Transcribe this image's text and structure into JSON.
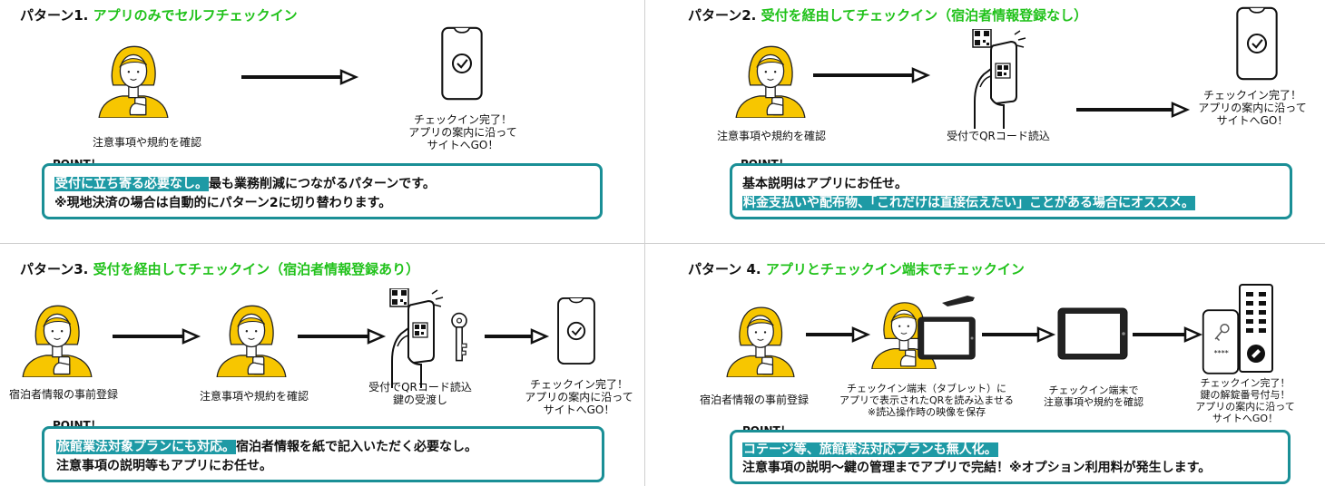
{
  "pattern1": {
    "title_prefix": "パターン1.",
    "title_highlight": "アプリのみでセルフチェックイン",
    "step1_caption": "注意事項や規約を確認",
    "step2_caption": [
      "チェックイン完了！",
      "アプリの案内に沿って",
      "サイトへGO！"
    ],
    "point_label": "POINT！",
    "point_line1_highlight": "受付に立ち寄る必要なし。",
    "point_line1_rest": "最も業務削減につながるパターンです。",
    "point_line2": "※現地決済の場合は自動的にパターン2に切り替わります。"
  },
  "pattern2": {
    "title_prefix": "パターン2.",
    "title_highlight": "受付を経由してチェックイン（宿泊者情報登録なし）",
    "step1_caption": "注意事項や規約を確認",
    "step2_caption": "受付でQRコード読込",
    "step3_caption": [
      "チェックイン完了！",
      "アプリの案内に沿って",
      "サイトへGO！"
    ],
    "point_label": "POINT！",
    "point_line1": "基本説明はアプリにお任せ。",
    "point_line2_highlight": "料金支払いや配布物、「これだけは直接伝えたい」ことがある場合にオススメ。"
  },
  "pattern3": {
    "title_prefix": "パターン3.",
    "title_highlight": "受付を経由してチェックイン（宿泊者情報登録あり）",
    "step1_caption": "宿泊者情報の事前登録",
    "step2_caption": "注意事項や規約を確認",
    "step3_caption": [
      "受付でQRコード読込",
      "鍵の受渡し"
    ],
    "step4_caption": [
      "チェックイン完了！",
      "アプリの案内に沿って",
      "サイトへGO！"
    ],
    "point_label": "POINT！",
    "point_line1_highlight": "旅館業法対象プランにも対応。",
    "point_line1_rest": "宿泊者情報を紙で記入いただく必要なし。",
    "point_line2": "注意事項の説明等もアプリにお任せ。"
  },
  "pattern4": {
    "title_prefix": "パターン 4.",
    "title_highlight": "アプリとチェックイン端末でチェックイン",
    "step1_caption": "宿泊者情報の事前登録",
    "step2_caption": [
      "チェックイン端末（タブレット）に",
      "アプリで表示されたQRを読み込ませる",
      "※読込操作時の映像を保存"
    ],
    "step3_caption": [
      "チェックイン端末で",
      "注意事項や規約を確認"
    ],
    "step4_caption": [
      "チェックイン完了！",
      "鍵の解錠番号付与！",
      "アプリの案内に沿って",
      "サイトへGO！"
    ],
    "point_label": "POINT！",
    "point_line1_highlight": "コテージ等、旅館業法対応プランも無人化。",
    "point_line2": "注意事項の説明～鍵の管理までアプリで完結！※オプション利用料が発生します。"
  },
  "colors": {
    "title_green": "#21c21b",
    "point_border": "#1a8f96",
    "highlight_bg": "#1e9aa5",
    "person_yellow": "#f7c600"
  }
}
